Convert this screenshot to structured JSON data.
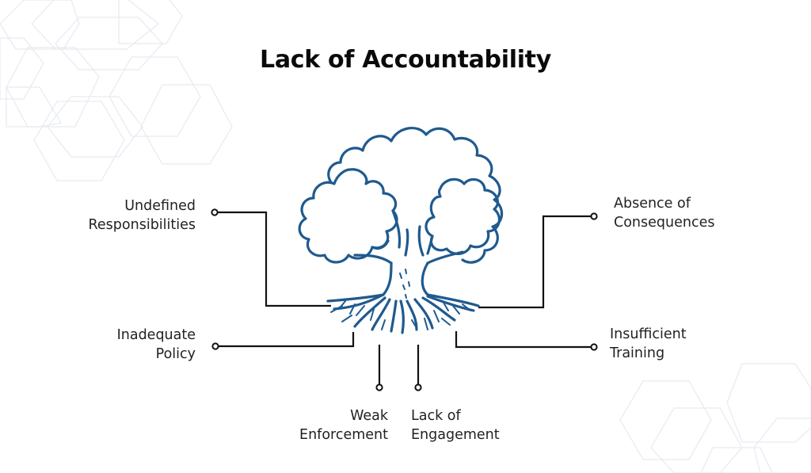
{
  "title": "Lack of Accountability",
  "colors": {
    "tree": "#1f5a8e",
    "connector": "#111111",
    "text": "#222222",
    "background_hex": "#e9edf3"
  },
  "tree": {
    "icon": "tree-with-roots-icon"
  },
  "causes": [
    {
      "id": "undefined-responsibilities",
      "line1": "Undefined",
      "line2": "Responsibilities",
      "position": "left-upper"
    },
    {
      "id": "inadequate-policy",
      "line1": "Inadequate",
      "line2": "Policy",
      "position": "left-lower"
    },
    {
      "id": "weak-enforcement",
      "line1": "Weak",
      "line2": "Enforcement",
      "position": "bottom-left"
    },
    {
      "id": "lack-of-engagement",
      "line1": "Lack of",
      "line2": "Engagement",
      "position": "bottom-right"
    },
    {
      "id": "absence-of-consequences",
      "line1": "Absence of",
      "line2": "Consequences",
      "position": "right-upper"
    },
    {
      "id": "insufficient-training",
      "line1": "Insufficient",
      "line2": "Training",
      "position": "right-lower"
    }
  ]
}
